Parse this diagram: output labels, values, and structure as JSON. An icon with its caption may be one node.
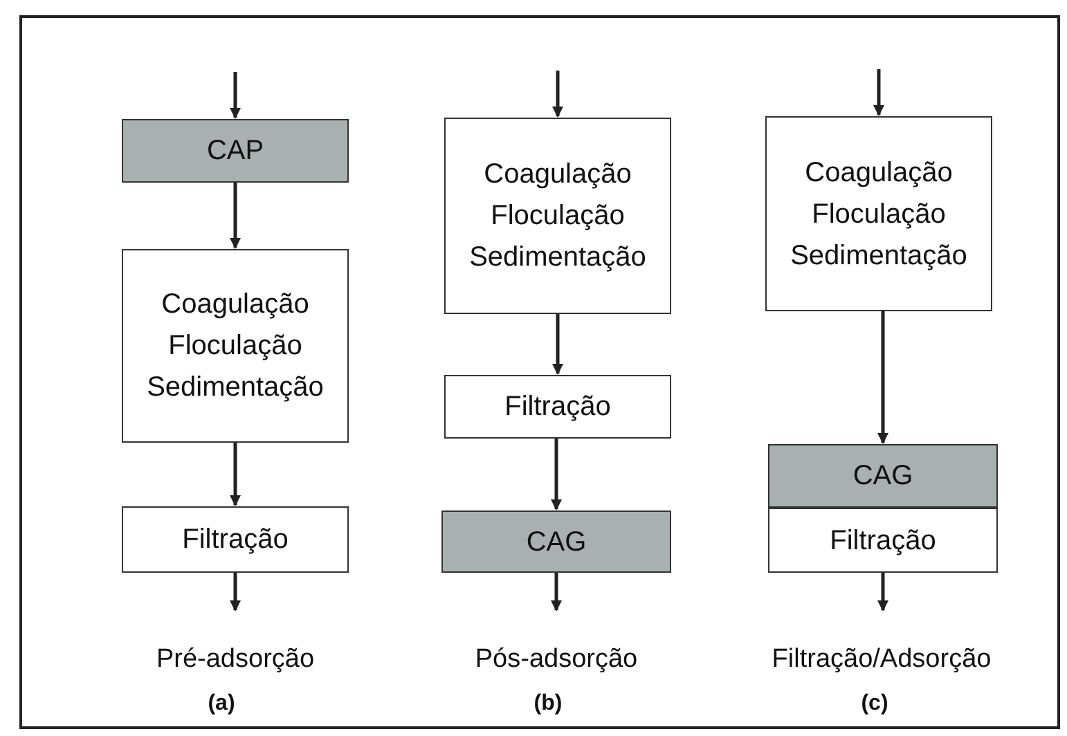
{
  "diagram": {
    "nodes": [
      {
        "text": [
          "CAP"
        ]
      },
      {
        "text": [
          "Coagulação",
          "Floculação",
          "Sedimentação"
        ]
      },
      {
        "text": [
          "Filtração"
        ]
      },
      {
        "text": [
          "Coagulação",
          "Floculação",
          "Sedimentação"
        ]
      },
      {
        "text": [
          "Filtração"
        ]
      },
      {
        "text": [
          "CAG"
        ]
      },
      {
        "text": [
          "Coagulação",
          "Floculação",
          "Sedimentação"
        ]
      },
      {
        "text": [
          "CAG"
        ]
      },
      {
        "text": [
          "Filtração"
        ]
      }
    ],
    "edges": [
      {
        "from": null,
        "to": 0,
        "arrow": "to"
      },
      {
        "from": 0,
        "to": 1,
        "arrow": "to"
      },
      {
        "from": 1,
        "to": 2,
        "arrow": "to"
      },
      {
        "from": 2,
        "to": null,
        "arrow": "to"
      },
      {
        "from": null,
        "to": 3,
        "arrow": "to"
      },
      {
        "from": 3,
        "to": 4,
        "arrow": "to"
      },
      {
        "from": 4,
        "to": 5,
        "arrow": "to"
      },
      {
        "from": 5,
        "to": null,
        "arrow": "to"
      },
      {
        "from": null,
        "to": 6,
        "arrow": "to"
      },
      {
        "from": 6,
        "to": 7,
        "arrow": "to"
      },
      {
        "from": 8,
        "to": null,
        "arrow": "to"
      }
    ],
    "labels": [
      "Pré-adsorção",
      "Pós-adsorção",
      "Filtração/Adsorção",
      "(a)",
      "(b)",
      "(c)"
    ]
  }
}
